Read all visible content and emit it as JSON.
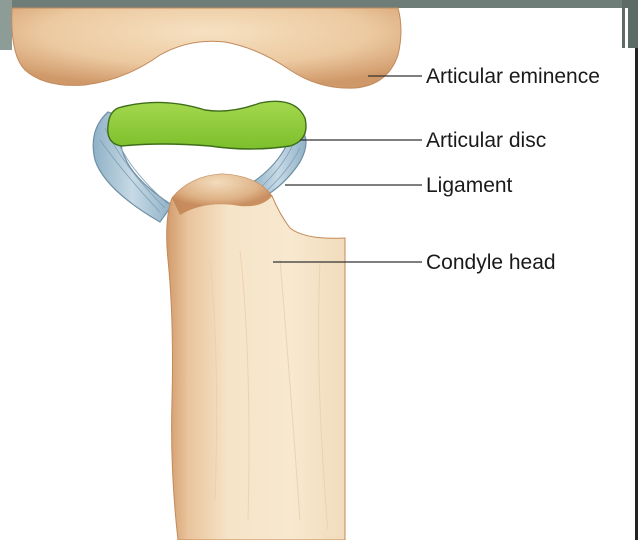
{
  "labels": {
    "articular_eminence": "Articular eminence",
    "articular_disc": "Articular disc",
    "ligament": "Ligament",
    "condyle_head": "Condyle head"
  },
  "colors": {
    "bone": "#f1d7b3",
    "bone_shadow": "#c89263",
    "disc": "#8ccc3a",
    "ligament": "#a9c5d6",
    "leader_line": "#333333"
  }
}
